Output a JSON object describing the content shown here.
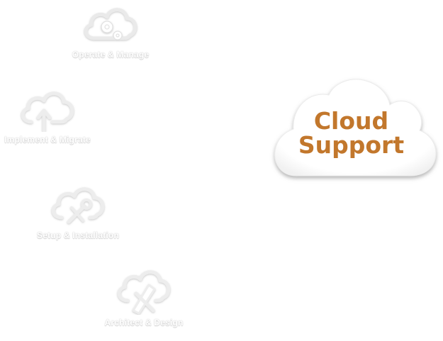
{
  "main": {
    "title_line1": "Cloud",
    "title_line2": "Support"
  },
  "services": [
    {
      "label": "Operate & Manage",
      "icon": "gears-icon"
    },
    {
      "label": "Implement & Migrate",
      "icon": "upload-arrow-icon"
    },
    {
      "label": "Setup & Installation",
      "icon": "wrench-screwdriver-icon"
    },
    {
      "label": "Architect & Design",
      "icon": "pencil-ruler-icon"
    }
  ],
  "colors": {
    "accent": "#c2772c",
    "cloud_fill": "#ffffff"
  }
}
